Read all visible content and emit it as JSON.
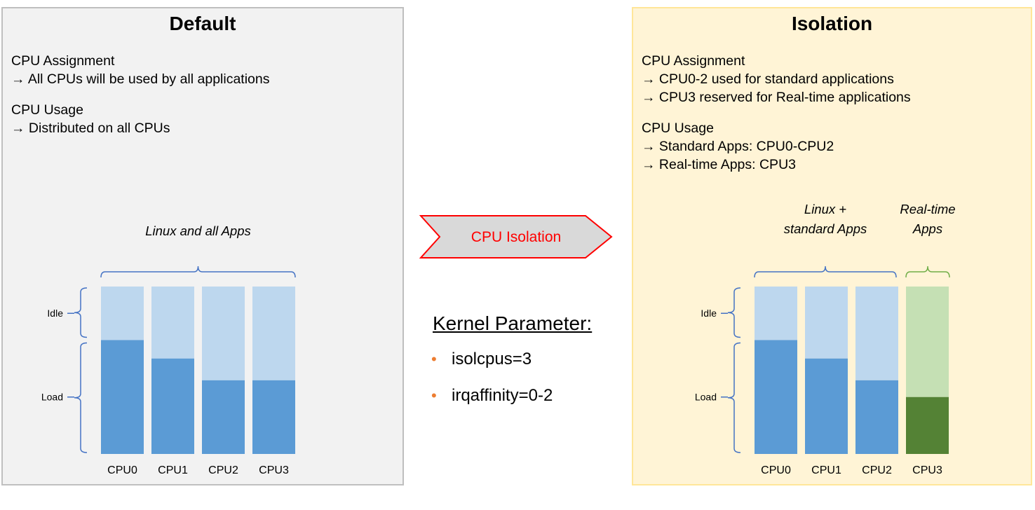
{
  "default_panel": {
    "title": "Default",
    "assignment": {
      "label": "CPU Assignment",
      "lines": [
        "→ All CPUs will be used by all applications"
      ]
    },
    "usage": {
      "label": "CPU Usage",
      "lines": [
        "→ Distributed on all CPUs"
      ]
    },
    "group_labels": [
      "Linux and all Apps"
    ],
    "colors": {
      "idle": "#bdd7ee",
      "load": "#5b9bd5",
      "bracket": "#4472c4"
    }
  },
  "isolation_panel": {
    "title": "Isolation",
    "assignment": {
      "label": "CPU Assignment",
      "lines": [
        "→ CPU0-2 used for standard applications",
        "→ CPU3 reserved for Real-time applications"
      ]
    },
    "usage": {
      "label": "CPU Usage",
      "lines": [
        "→ Standard Apps: CPU0-CPU2",
        "→ Real-time Apps: CPU3"
      ]
    },
    "group_labels": [
      [
        "Linux +",
        "standard Apps"
      ],
      [
        "Real-time",
        "Apps"
      ]
    ],
    "colors": {
      "idle": "#bdd7ee",
      "load": "#5b9bd5",
      "rt_idle": "#c5e0b4",
      "rt_load": "#548235",
      "bracket": "#4472c4",
      "rt_bracket": "#70ad47"
    }
  },
  "center": {
    "arrow_label": "CPU Isolation",
    "arrow_colors": {
      "fill": "#d9d9d9",
      "border": "#ff0000",
      "text": "#ff0000"
    },
    "kernel_title": "Kernel Parameter:",
    "params": [
      "isolcpus=3",
      "irqaffinity=0-2"
    ],
    "bullet_color": "#ed7d31"
  },
  "chart_data": [
    {
      "type": "bar",
      "stacked": true,
      "categories": [
        "CPU0",
        "CPU1",
        "CPU2",
        "CPU3"
      ],
      "series": [
        {
          "name": "Load",
          "values": [
            0.68,
            0.57,
            0.44,
            0.44
          ]
        },
        {
          "name": "Idle",
          "values": [
            0.32,
            0.43,
            0.56,
            0.56
          ]
        }
      ],
      "ylim": [
        0,
        1
      ],
      "side_labels": [
        "Idle",
        "Load"
      ]
    },
    {
      "type": "bar",
      "stacked": true,
      "categories": [
        "CPU0",
        "CPU1",
        "CPU2",
        "CPU3"
      ],
      "series": [
        {
          "name": "Load",
          "values": [
            0.68,
            0.57,
            0.44,
            0.34
          ]
        },
        {
          "name": "Idle",
          "values": [
            0.32,
            0.43,
            0.56,
            0.66
          ]
        }
      ],
      "ylim": [
        0,
        1
      ],
      "side_labels": [
        "Idle",
        "Load"
      ]
    }
  ]
}
